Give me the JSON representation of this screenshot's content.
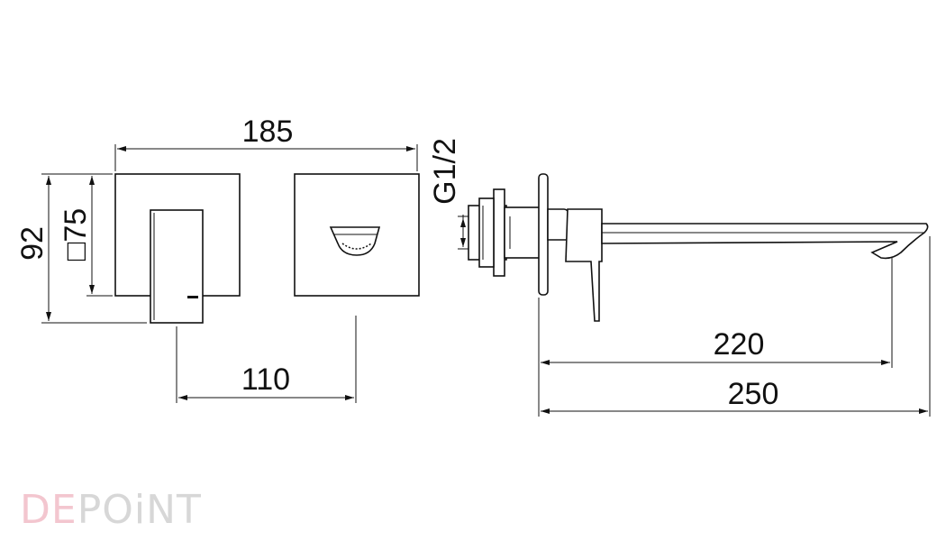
{
  "dimensions": {
    "overall_width": "185",
    "height": "92",
    "plate_size": "□75",
    "center_distance": "110",
    "thread": "G1/2",
    "spout_projection": "220",
    "total_projection": "250"
  },
  "logo": {
    "part1": "DE",
    "part2": "POiNT",
    "color1": "#f3c6cf",
    "color2": "#d7d7d7"
  },
  "colors": {
    "line": "#111111",
    "background": "#ffffff"
  }
}
